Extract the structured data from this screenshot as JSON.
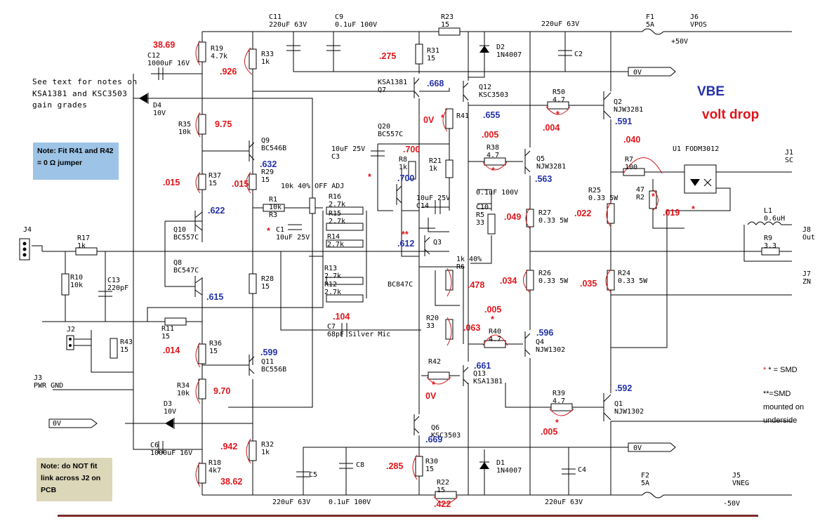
{
  "notes": {
    "see_text": "See text for notes on KSA1381 and KSC3503 gain grades",
    "fit_jumper": "Note: Fit R41 and R42 = 0 Ω jumper",
    "no_link": "Note: do NOT fit link across J2 on PCB",
    "smd": "* = SMD",
    "smd_underside": "**=SMD mounted on underside"
  },
  "annotation": {
    "line1": "VBE",
    "line2": "volt drop"
  },
  "colors": {
    "voltage_red": "#e0151b",
    "vbe_blue": "#2432a8",
    "note_blue": "#9dc3e6",
    "note_tan": "#ddd7ba",
    "footer_bar": "#7b2b2b"
  },
  "labels": [
    {
      "id": "C11",
      "lines": [
        "C11",
        "220uF 63V"
      ]
    },
    {
      "id": "C9",
      "lines": [
        "C9",
        "0.1uF 100V"
      ]
    },
    {
      "id": "R23",
      "lines": [
        "R23",
        "15"
      ]
    },
    {
      "id": "C2top",
      "lines": [
        "220uF 63V"
      ]
    },
    {
      "id": "F1",
      "lines": [
        "F1",
        "5A"
      ]
    },
    {
      "id": "J6",
      "lines": [
        "J6",
        "VPOS"
      ]
    },
    {
      "id": "pos50",
      "lines": [
        "+50V"
      ]
    },
    {
      "id": "R19",
      "lines": [
        "R19",
        "4.7k"
      ]
    },
    {
      "id": "R33",
      "lines": [
        "R33",
        "1k"
      ]
    },
    {
      "id": "R31",
      "lines": [
        "R31",
        "15"
      ]
    },
    {
      "id": "D2",
      "lines": [
        "D2",
        "1N4007"
      ]
    },
    {
      "id": "C2",
      "lines": [
        "C2"
      ]
    },
    {
      "id": "C12",
      "lines": [
        "C12",
        "1000uF 16V"
      ]
    },
    {
      "id": "0Vtop",
      "lines": [
        "0V"
      ]
    },
    {
      "id": "Q7",
      "lines": [
        "KSA1381",
        "Q7"
      ]
    },
    {
      "id": "Q12",
      "lines": [
        "Q12",
        "KSC3503"
      ]
    },
    {
      "id": "R50",
      "lines": [
        "R50",
        "4.7"
      ]
    },
    {
      "id": "Q2",
      "lines": [
        "Q2",
        "NJW3281"
      ]
    },
    {
      "id": "D4",
      "lines": [
        "D4",
        "10V"
      ]
    },
    {
      "id": "R35",
      "lines": [
        "R35",
        "10k"
      ]
    },
    {
      "id": "R41",
      "lines": [
        "R41"
      ]
    },
    {
      "id": "Q20",
      "lines": [
        "Q20",
        "BC557C"
      ]
    },
    {
      "id": "Q9",
      "lines": [
        "Q9",
        "BC546B"
      ]
    },
    {
      "id": "C3",
      "lines": [
        "10uF 25V",
        "C3"
      ]
    },
    {
      "id": "R8",
      "lines": [
        "R8",
        "1k"
      ]
    },
    {
      "id": "R21",
      "lines": [
        "R21",
        "1k"
      ]
    },
    {
      "id": "R38",
      "lines": [
        "R38",
        "4.7"
      ]
    },
    {
      "id": "Q5",
      "lines": [
        "Q5",
        "NJW3281"
      ]
    },
    {
      "id": "R7",
      "lines": [
        "R7",
        "100"
      ]
    },
    {
      "id": "U1",
      "lines": [
        "U1  FODM3012"
      ]
    },
    {
      "id": "J1",
      "lines": [
        "J1",
        "SC"
      ]
    },
    {
      "id": "R37",
      "lines": [
        "R37",
        "15"
      ]
    },
    {
      "id": "R29",
      "lines": [
        "R29",
        "15"
      ]
    },
    {
      "id": "R3",
      "lines": [
        "10k 40% OFF ADJ"
      ]
    },
    {
      "id": "C10top",
      "lines": [
        "0.1uF 100V"
      ]
    },
    {
      "id": "R25",
      "lines": [
        "R25",
        "0.33 5W"
      ]
    },
    {
      "id": "R2",
      "lines": [
        "47",
        "R2"
      ]
    },
    {
      "id": "R1",
      "lines": [
        "R1",
        "10k",
        "R3"
      ]
    },
    {
      "id": "R16",
      "lines": [
        "R16",
        "2.7k"
      ]
    },
    {
      "id": "R15",
      "lines": [
        "R15",
        "2.7k"
      ]
    },
    {
      "id": "R14",
      "lines": [
        "R14",
        "2.7k"
      ]
    },
    {
      "id": "C14",
      "lines": [
        "10uF 25V",
        "C14"
      ]
    },
    {
      "id": "R5",
      "lines": [
        "C10",
        "R5",
        "33"
      ]
    },
    {
      "id": "R27",
      "lines": [
        "R27",
        "0.33 5W"
      ]
    },
    {
      "id": "L1",
      "lines": [
        "L1",
        "0.6uH"
      ]
    },
    {
      "id": "J8",
      "lines": [
        "J8",
        "Out"
      ]
    },
    {
      "id": "J4",
      "lines": [
        "J4"
      ]
    },
    {
      "id": "R17",
      "lines": [
        "R17",
        "1k"
      ]
    },
    {
      "id": "Q10",
      "lines": [
        "Q10",
        "BC557C"
      ]
    },
    {
      "id": "C1",
      "lines": [
        "C1",
        "10uF 25V"
      ]
    },
    {
      "id": "Q3",
      "lines": [
        "Q3"
      ]
    },
    {
      "id": "R9",
      "lines": [
        "R9",
        "3.3"
      ]
    },
    {
      "id": "R10",
      "lines": [
        "R10",
        "10k"
      ]
    },
    {
      "id": "C13",
      "lines": [
        "C13",
        "220pF"
      ]
    },
    {
      "id": "Q8",
      "lines": [
        "Q8",
        "BC547C"
      ]
    },
    {
      "id": "R28",
      "lines": [
        "R28",
        "15"
      ]
    },
    {
      "id": "R13",
      "lines": [
        "R13",
        "2.7k"
      ]
    },
    {
      "id": "R12",
      "lines": [
        "R12",
        "2.7k"
      ]
    },
    {
      "id": "R6",
      "lines": [
        "1k 40%",
        "R6"
      ]
    },
    {
      "id": "BC847C",
      "lines": [
        "BC847C"
      ]
    },
    {
      "id": "R26",
      "lines": [
        "R26",
        "0.33 5W"
      ]
    },
    {
      "id": "R24",
      "lines": [
        "R24",
        "0.33 5W"
      ]
    },
    {
      "id": "J7",
      "lines": [
        "J7",
        "ZN"
      ]
    },
    {
      "id": "R11",
      "lines": [
        "R11",
        "15"
      ]
    },
    {
      "id": "R20",
      "lines": [
        "R20",
        "33"
      ]
    },
    {
      "id": "C7",
      "lines": [
        "C7",
        "68pF Silver Mic"
      ]
    },
    {
      "id": "R40",
      "lines": [
        "R40",
        "4.7"
      ]
    },
    {
      "id": "Q4",
      "lines": [
        "Q4",
        "NJW1302"
      ]
    },
    {
      "id": "J2",
      "lines": [
        "J2"
      ]
    },
    {
      "id": "R43",
      "lines": [
        "R43",
        "15"
      ]
    },
    {
      "id": "R36",
      "lines": [
        "R36",
        "15"
      ]
    },
    {
      "id": "Q11",
      "lines": [
        "Q11",
        "BC556B"
      ]
    },
    {
      "id": "R42",
      "lines": [
        "R42"
      ]
    },
    {
      "id": "Q13",
      "lines": [
        "Q13",
        "KSA1381"
      ]
    },
    {
      "id": "J3",
      "lines": [
        "J3",
        "PWR GND"
      ]
    },
    {
      "id": "R34",
      "lines": [
        "R34",
        "10k"
      ]
    },
    {
      "id": "D3",
      "lines": [
        "D3",
        "10V"
      ]
    },
    {
      "id": "R39",
      "lines": [
        "R39",
        "4.7"
      ]
    },
    {
      "id": "Q1",
      "lines": [
        "Q1",
        "NJW1302"
      ]
    },
    {
      "id": "0Vleft",
      "lines": [
        "0V"
      ]
    },
    {
      "id": "Q6",
      "lines": [
        "Q6",
        "KSC3503"
      ]
    },
    {
      "id": "C6",
      "lines": [
        "C6",
        "1000uF 16V"
      ]
    },
    {
      "id": "R32",
      "lines": [
        "R32",
        "1k"
      ]
    },
    {
      "id": "0Vbot",
      "lines": [
        "0V"
      ]
    },
    {
      "id": "R18",
      "lines": [
        "R18",
        "4k7"
      ]
    },
    {
      "id": "C5",
      "lines": [
        "C5"
      ]
    },
    {
      "id": "C8",
      "lines": [
        "C8"
      ]
    },
    {
      "id": "R30",
      "lines": [
        "R30",
        "15"
      ]
    },
    {
      "id": "D1",
      "lines": [
        "D1",
        "1N4007"
      ]
    },
    {
      "id": "C4",
      "lines": [
        "C4"
      ]
    },
    {
      "id": "R22",
      "lines": [
        "R22",
        "15"
      ]
    },
    {
      "id": "F2",
      "lines": [
        "F2",
        "5A"
      ]
    },
    {
      "id": "J5",
      "lines": [
        "J5",
        "VNEG"
      ]
    },
    {
      "id": "C5bot",
      "lines": [
        "220uF 63V"
      ]
    },
    {
      "id": "C8bot",
      "lines": [
        "0.1uF 100V"
      ]
    },
    {
      "id": "C4bot",
      "lines": [
        "220uF 63V"
      ]
    },
    {
      "id": "neg50",
      "lines": [
        "-50V"
      ]
    }
  ],
  "measurements": [
    {
      "id": "m1",
      "text": "38.69",
      "color": "red"
    },
    {
      "id": "m2",
      "text": ".926",
      "color": "red"
    },
    {
      "id": "m3",
      "text": ".275",
      "color": "red"
    },
    {
      "id": "m4",
      "text": ".668",
      "color": "blue"
    },
    {
      "id": "m5",
      "text": ".655",
      "color": "blue"
    },
    {
      "id": "m6",
      "text": "0V",
      "color": "red"
    },
    {
      "id": "m7",
      "text": ".004",
      "color": "red"
    },
    {
      "id": "m8",
      "text": ".591",
      "color": "blue"
    },
    {
      "id": "m9",
      "text": "9.75",
      "color": "red"
    },
    {
      "id": "m10",
      "text": ".005",
      "color": "red"
    },
    {
      "id": "m11",
      "text": ".040",
      "color": "red"
    },
    {
      "id": "m12",
      "text": ".700",
      "color": "red"
    },
    {
      "id": "m13",
      "text": ".700",
      "color": "blue"
    },
    {
      "id": "m14",
      "text": ".632",
      "color": "blue"
    },
    {
      "id": "m15",
      "text": ".563",
      "color": "blue"
    },
    {
      "id": "m16",
      "text": ".015",
      "color": "red"
    },
    {
      "id": "m17",
      "text": ".015",
      "color": "red"
    },
    {
      "id": "m18",
      "text": ".622",
      "color": "blue"
    },
    {
      "id": "m19",
      "text": ".049",
      "color": "red"
    },
    {
      "id": "m20",
      "text": ".022",
      "color": "red"
    },
    {
      "id": "m21",
      "text": ".019",
      "color": "red"
    },
    {
      "id": "m22",
      "text": ".612",
      "color": "blue"
    },
    {
      "id": "m23",
      "text": ".478",
      "color": "red"
    },
    {
      "id": "m24",
      "text": ".034",
      "color": "red"
    },
    {
      "id": "m25",
      "text": ".035",
      "color": "red"
    },
    {
      "id": "m26",
      "text": ".615",
      "color": "blue"
    },
    {
      "id": "m27",
      "text": ".104",
      "color": "red"
    },
    {
      "id": "m28",
      "text": ".005",
      "color": "red"
    },
    {
      "id": "m29",
      "text": ".063",
      "color": "red"
    },
    {
      "id": "m30",
      "text": ".596",
      "color": "blue"
    },
    {
      "id": "m31",
      "text": ".014",
      "color": "red"
    },
    {
      "id": "m32",
      "text": ".599",
      "color": "blue"
    },
    {
      "id": "m33",
      "text": ".661",
      "color": "blue"
    },
    {
      "id": "m34",
      "text": "9.70",
      "color": "red"
    },
    {
      "id": "m35",
      "text": "0V",
      "color": "red"
    },
    {
      "id": "m36",
      "text": ".592",
      "color": "blue"
    },
    {
      "id": "m37",
      "text": ".005",
      "color": "red"
    },
    {
      "id": "m38",
      "text": ".669",
      "color": "blue"
    },
    {
      "id": "m39",
      "text": ".942",
      "color": "red"
    },
    {
      "id": "m40",
      "text": ".285",
      "color": "red"
    },
    {
      "id": "m41",
      "text": "38.62",
      "color": "red"
    },
    {
      "id": "m42",
      "text": ".422",
      "color": "red"
    }
  ],
  "stars": [
    {
      "id": "s1",
      "text": "*"
    },
    {
      "id": "s2",
      "text": "*"
    },
    {
      "id": "s3",
      "text": "*"
    },
    {
      "id": "s4",
      "text": "*"
    },
    {
      "id": "s5",
      "text": "*"
    },
    {
      "id": "s6",
      "text": "*"
    },
    {
      "id": "s7",
      "text": "*"
    },
    {
      "id": "s8",
      "text": "*"
    },
    {
      "id": "s9",
      "text": "*"
    },
    {
      "id": "s10",
      "text": "*"
    },
    {
      "id": "s11",
      "text": "**"
    }
  ]
}
